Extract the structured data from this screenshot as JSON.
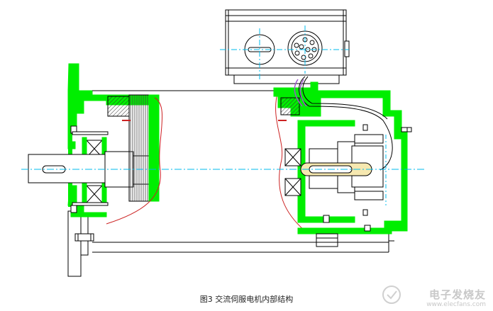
{
  "figure": {
    "caption": "图3 交流伺服电机内部结构"
  },
  "watermark": {
    "cn": "电子发烧友",
    "en": "www.elecfans.com"
  },
  "colors": {
    "housing": "#00ee00",
    "outline": "#000000",
    "centerline": "#00bbee",
    "cable": "#cc2222",
    "hatch": "#333333"
  }
}
